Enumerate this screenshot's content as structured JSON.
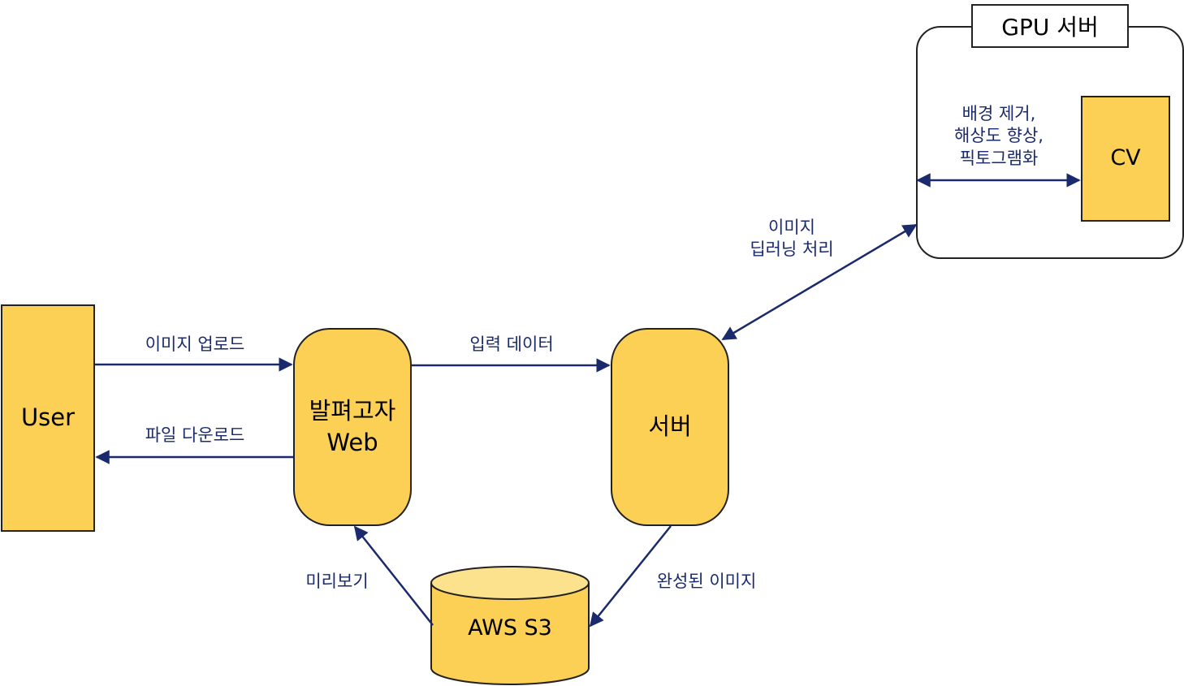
{
  "nodes": {
    "user": "User",
    "web": "발펴고자\nWeb",
    "server": "서버",
    "s3": "AWS S3",
    "gpu_title": "GPU 서버",
    "cv": "CV"
  },
  "edges": {
    "upload": "이미지 업로드",
    "download": "파일 다운로드",
    "input_data": "입력 데이터",
    "deep_learning": "이미지\n딥러닝 처리",
    "cv_tasks": "배경 제거,\n해상도 향상,\n픽토그램화",
    "preview": "미리보기",
    "completed": "완성된 이미지"
  },
  "colors": {
    "node_fill": "#fccf55",
    "arrow": "#1a2a6c",
    "outline": "#222222"
  }
}
